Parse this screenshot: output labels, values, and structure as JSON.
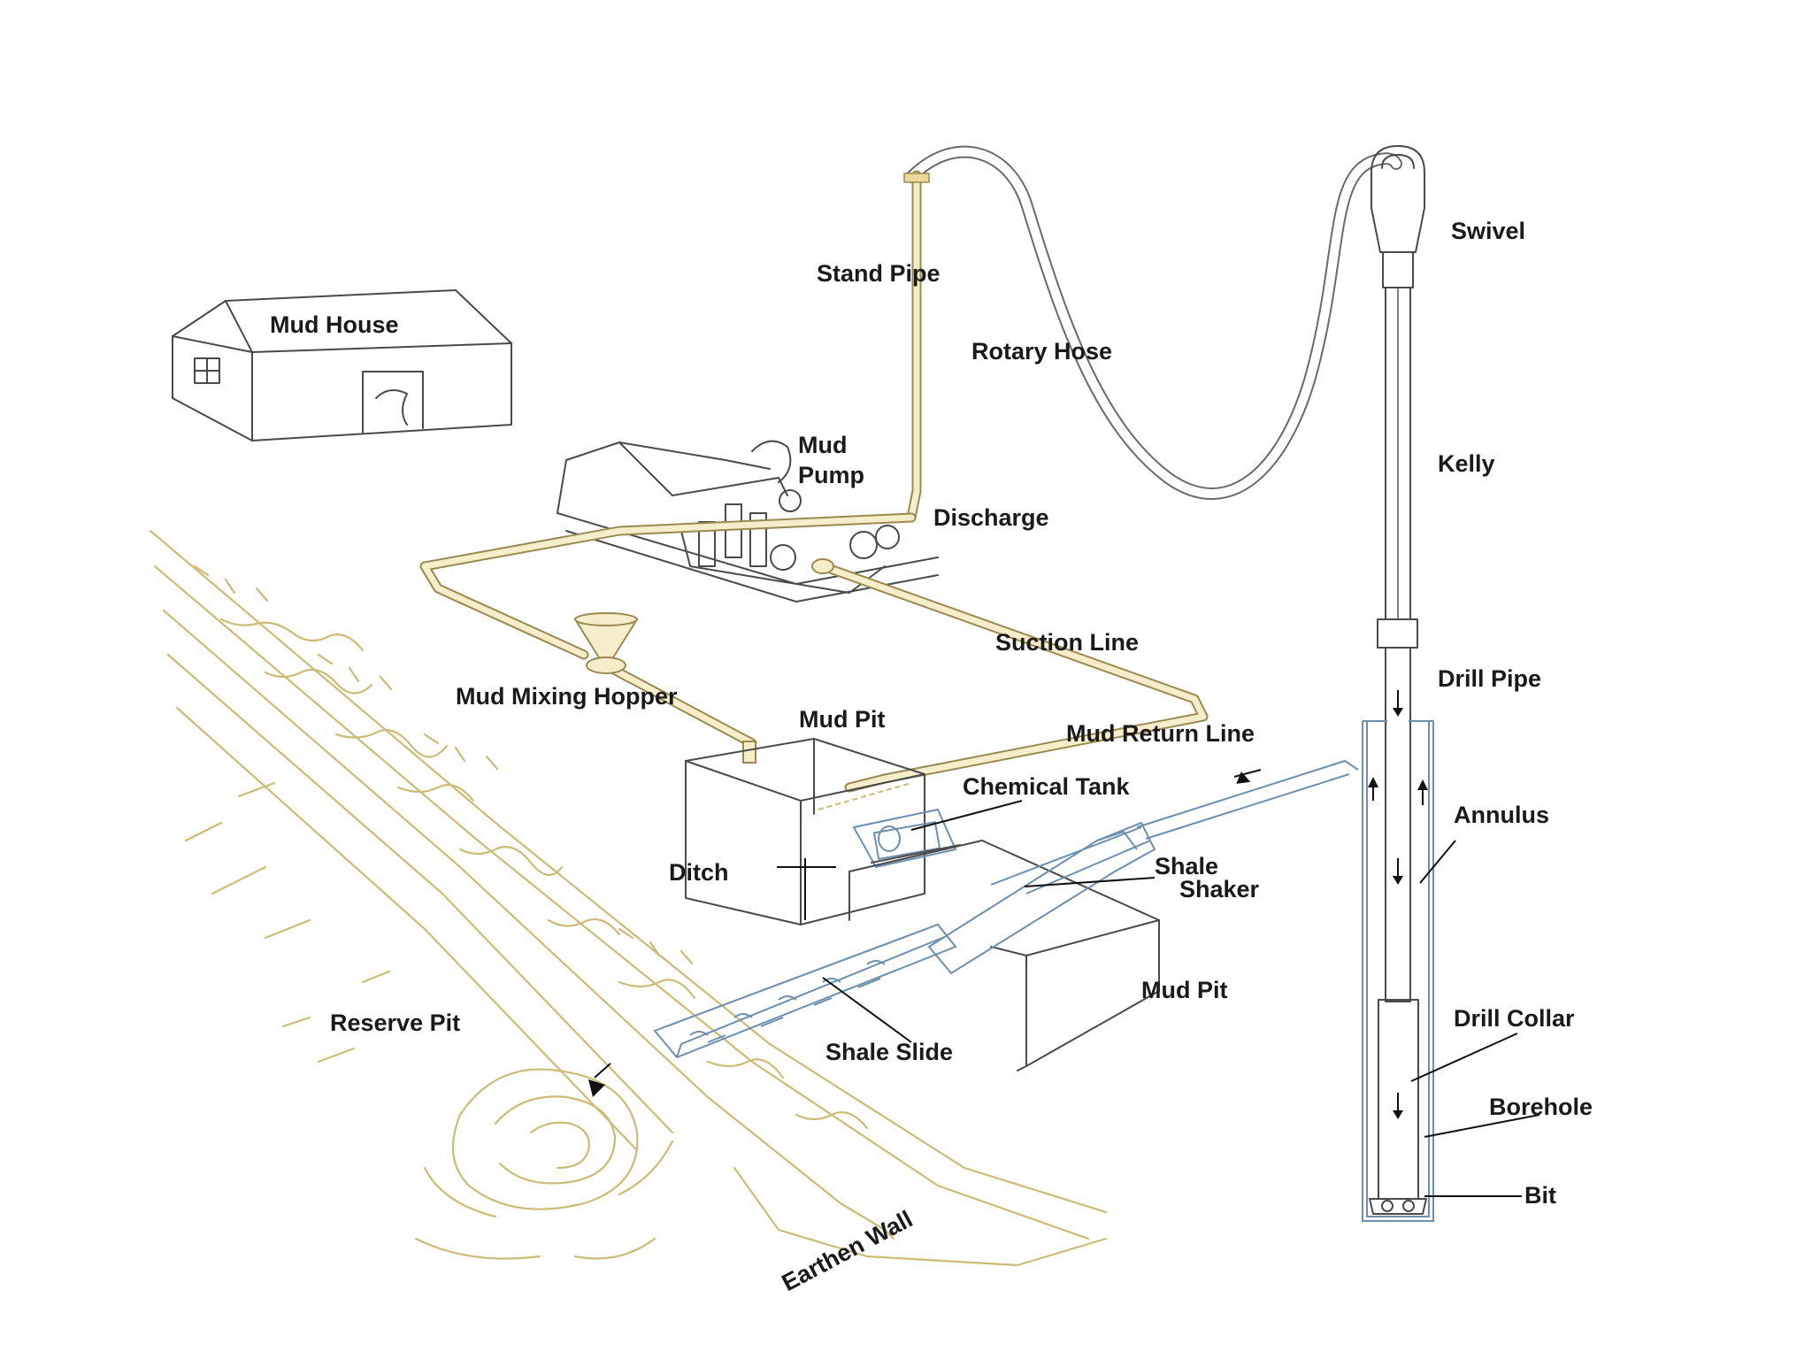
{
  "labels": {
    "swivel": "Swivel",
    "stand_pipe": "Stand Pipe",
    "rotary_hose": "Rotary Hose",
    "mud_house": "Mud House",
    "mud_pump_line1": "Mud",
    "mud_pump_line2": "Pump",
    "kelly": "Kelly",
    "discharge": "Discharge",
    "suction_line": "Suction Line",
    "drill_pipe": "Drill Pipe",
    "mud_mixing_hopper": "Mud Mixing Hopper",
    "mud_pit_top": "Mud Pit",
    "mud_return_line": "Mud Return Line",
    "chemical_tank": "Chemical Tank",
    "annulus": "Annulus",
    "ditch": "Ditch",
    "shale_shaker_line1": "Shale",
    "shale_shaker_line2": "Shaker",
    "mud_pit_bottom": "Mud Pit",
    "drill_collar": "Drill Collar",
    "reserve_pit": "Reserve Pit",
    "shale_slide": "Shale Slide",
    "borehole": "Borehole",
    "bit": "Bit",
    "earthen_wall": "Earthen Wall"
  },
  "colors": {
    "pipe": "#cdbb75",
    "hose": "#6a6a6a",
    "shaker": "#6c8fb0",
    "ink": "#1a1a1a"
  }
}
